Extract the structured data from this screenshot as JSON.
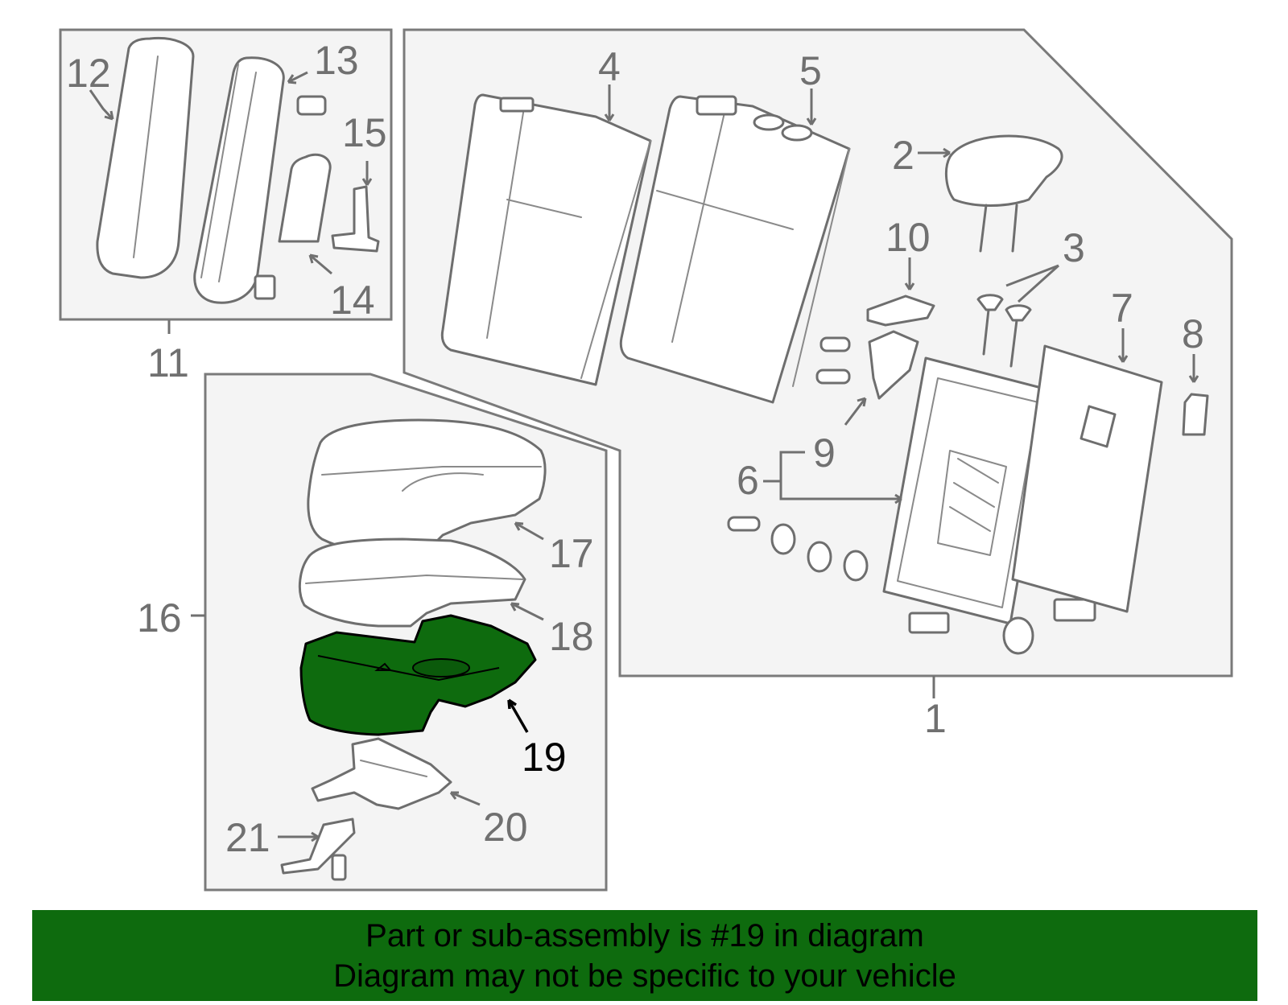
{
  "callouts": {
    "c1": "1",
    "c2": "2",
    "c3": "3",
    "c4": "4",
    "c5": "5",
    "c6": "6",
    "c7": "7",
    "c8": "8",
    "c9": "9",
    "c10": "10",
    "c11": "11",
    "c12": "12",
    "c13": "13",
    "c14": "14",
    "c15": "15",
    "c16": "16",
    "c17": "17",
    "c18": "18",
    "c19": "19",
    "c20": "20",
    "c21": "21"
  },
  "highlight": {
    "part_number": "19",
    "color": "#0e6b0e"
  },
  "banner": {
    "line1": "Part or sub-assembly is #19 in diagram",
    "line2": "Diagram may not be specific to your vehicle",
    "background": "#0e6b0e"
  }
}
